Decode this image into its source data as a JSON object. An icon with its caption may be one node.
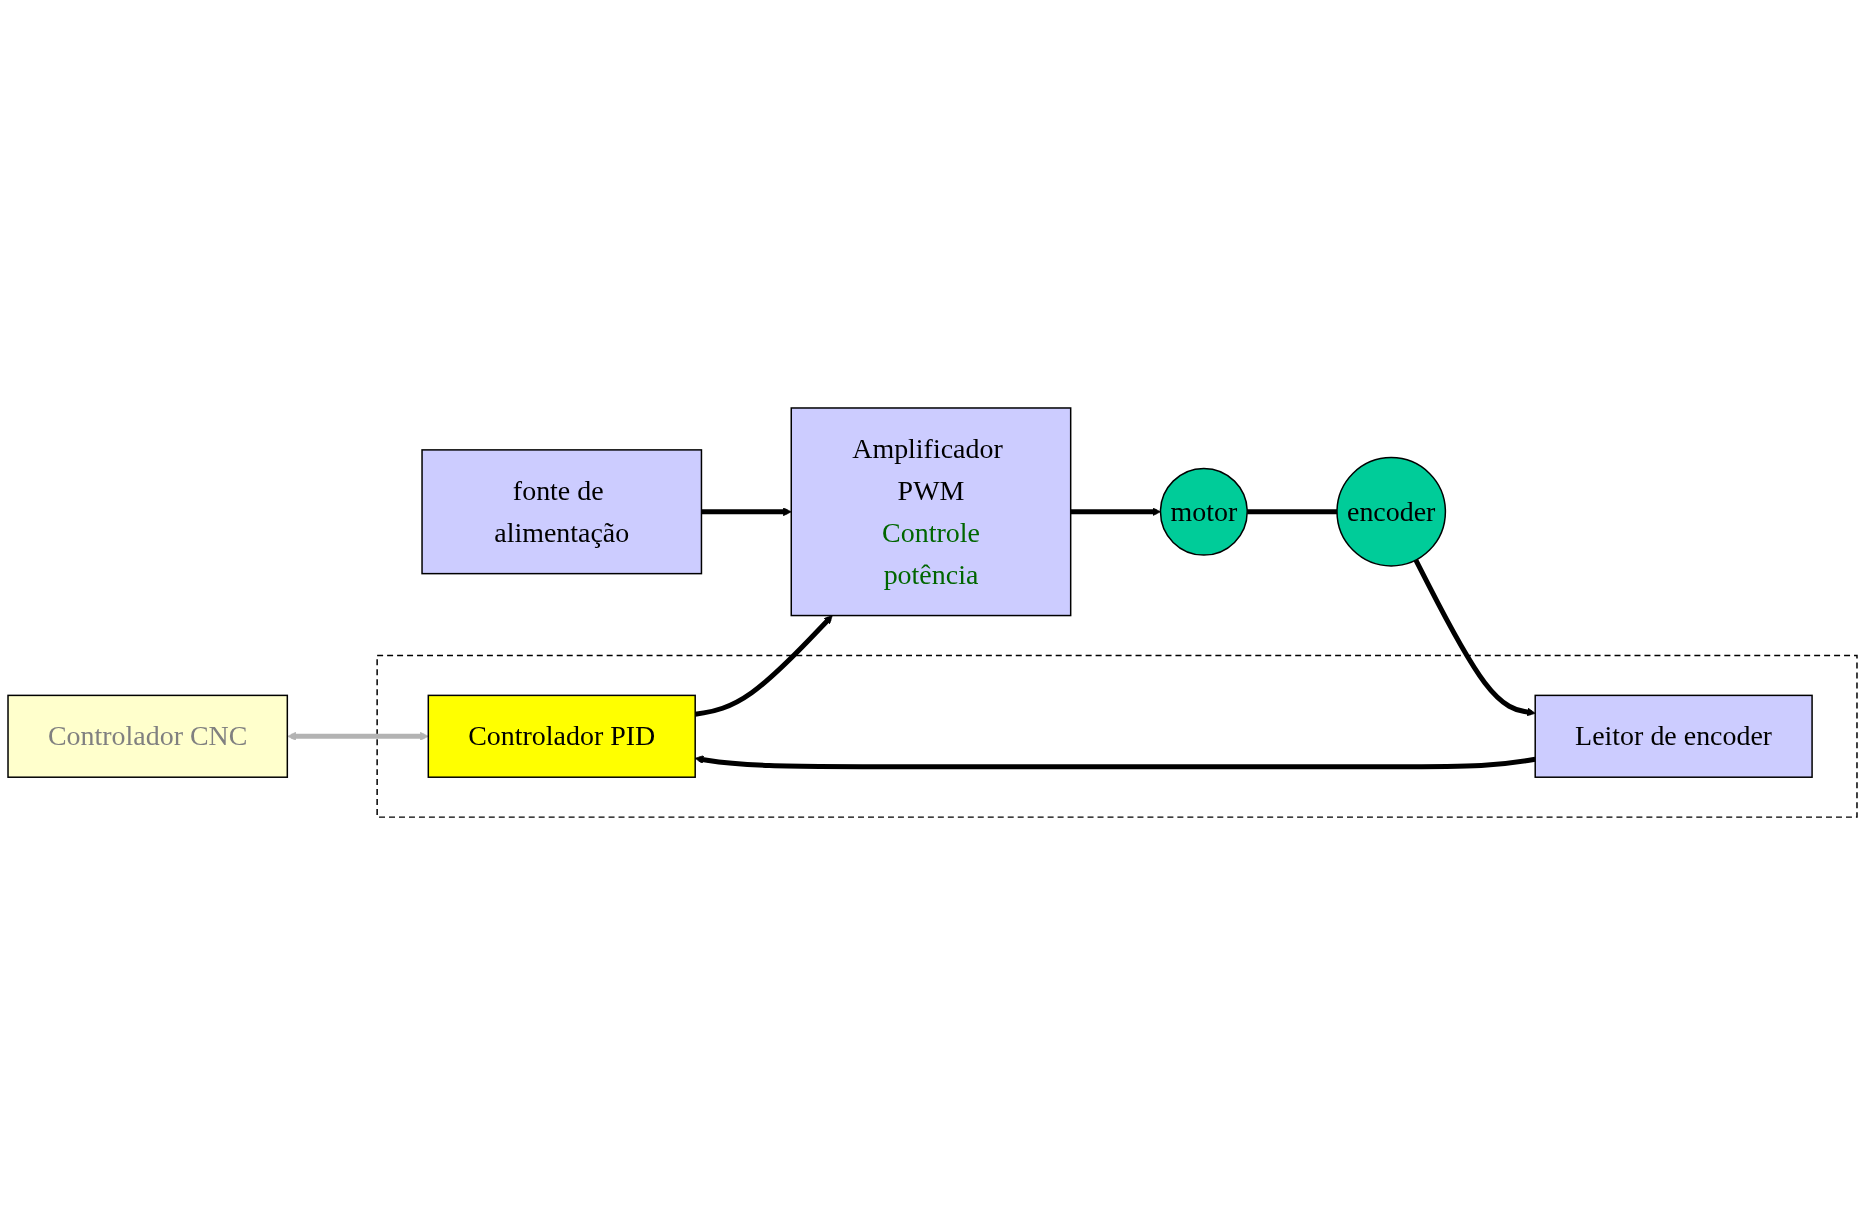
{
  "diagram": {
    "nodes": [
      {
        "text": [
          "Controlador CNC"
        ]
      },
      {
        "text": [
          "fonte de alimentação"
        ]
      },
      {
        "text": [
          "Amplificador PWM",
          "Controle",
          "potência"
        ]
      },
      {
        "text": [
          "motor"
        ]
      },
      {
        "text": [],
        "shape": "box"
      },
      {
        "text": [
          "Controlador PID"
        ],
        "in": 4
      },
      {
        "text": [
          "Leitor de encoder"
        ],
        "in": 4
      },
      {
        "text": [
          "encoder"
        ]
      }
    ],
    "edges": [
      {
        "from": 1,
        "to": 2,
        "arrow": "to"
      },
      {
        "from": 2,
        "to": 3,
        "arrow": "to"
      },
      {
        "from": 0,
        "to": 5,
        "arrow": "both",
        "color": "#b3b3b3"
      },
      {
        "from": 5,
        "to": 2,
        "arrow": "to"
      },
      {
        "from": 6,
        "to": 5,
        "arrow": "to"
      },
      {
        "from": 7,
        "to": 6,
        "arrow": "to"
      },
      {
        "from": 3,
        "to": 7,
        "arrow": "none"
      }
    ]
  }
}
